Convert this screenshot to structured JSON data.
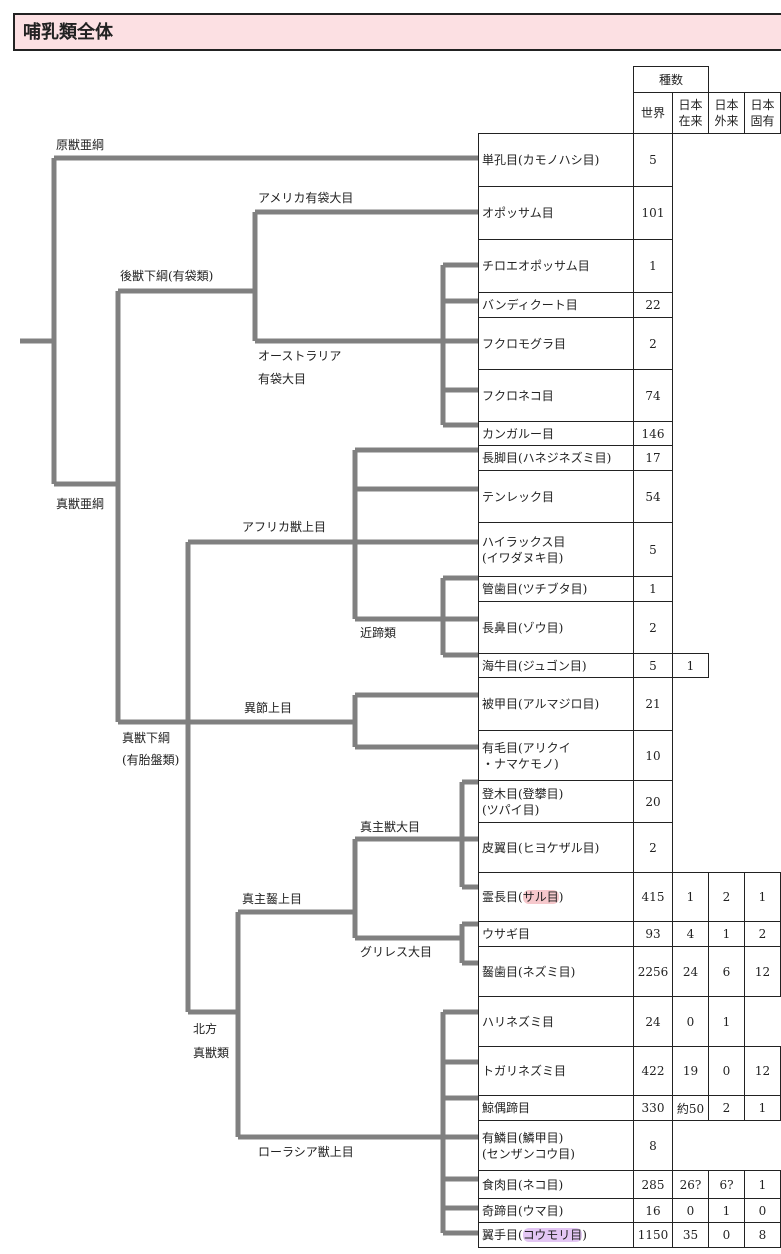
{
  "title": "哺乳類全体",
  "header": {
    "group": "種数",
    "columns": [
      "世界",
      "日本\n在来",
      "日本\n外来",
      "日本\n固有"
    ]
  },
  "clades": [
    "原獣亜綱",
    "真獣亜綱",
    "後獣下綱(有袋類)",
    "アメリカ有袋大目",
    "オーストラリア",
    "有袋大目",
    "アフリカ獣上目",
    "近蹄類",
    "異節上目",
    "真獣下綱",
    "(有胎盤類)",
    "真主獣大目",
    "真主齧上目",
    "グリレス大目",
    "北方",
    "真獣類",
    "ローラシア獣上目"
  ],
  "orders": [
    {
      "name": "単孔目(カモノハシ目)",
      "world": "5",
      "native": "",
      "alien": "",
      "endemic": ""
    },
    {
      "name": "オポッサム目",
      "world": "101",
      "native": "",
      "alien": "",
      "endemic": ""
    },
    {
      "name": "チロエオポッサム目",
      "world": "1",
      "native": "",
      "alien": "",
      "endemic": ""
    },
    {
      "name": "バンディクート目",
      "world": "22",
      "native": "",
      "alien": "",
      "endemic": ""
    },
    {
      "name": "フクロモグラ目",
      "world": "2",
      "native": "",
      "alien": "",
      "endemic": ""
    },
    {
      "name": "フクロネコ目",
      "world": "74",
      "native": "",
      "alien": "",
      "endemic": ""
    },
    {
      "name": "カンガルー目",
      "world": "146",
      "native": "",
      "alien": "",
      "endemic": ""
    },
    {
      "name": "長脚目(ハネジネズミ目)",
      "world": "17",
      "native": "",
      "alien": "",
      "endemic": ""
    },
    {
      "name": "テンレック目",
      "world": "54",
      "native": "",
      "alien": "",
      "endemic": ""
    },
    {
      "name": "ハイラックス目\n(イワダヌキ目)",
      "world": "5",
      "native": "",
      "alien": "",
      "endemic": ""
    },
    {
      "name": "管歯目(ツチブタ目)",
      "world": "1",
      "native": "",
      "alien": "",
      "endemic": ""
    },
    {
      "name": "長鼻目(ゾウ目)",
      "world": "2",
      "native": "",
      "alien": "",
      "endemic": ""
    },
    {
      "name": "海牛目(ジュゴン目)",
      "world": "5",
      "native": "1",
      "alien": "",
      "endemic": ""
    },
    {
      "name": "被甲目(アルマジロ目)",
      "world": "21",
      "native": "",
      "alien": "",
      "endemic": ""
    },
    {
      "name": "有毛目(アリクイ\n・ナマケモノ)",
      "world": "10",
      "native": "",
      "alien": "",
      "endemic": ""
    },
    {
      "name": "登木目(登攀目)\n(ツパイ目)",
      "world": "20",
      "native": "",
      "alien": "",
      "endemic": ""
    },
    {
      "name": "皮翼目(ヒヨケザル目)",
      "world": "2",
      "native": "",
      "alien": "",
      "endemic": ""
    },
    {
      "name": "霊長目(サル目)",
      "world": "415",
      "native": "1",
      "alien": "2",
      "endemic": "1"
    },
    {
      "name": "ウサギ目",
      "world": "93",
      "native": "4",
      "alien": "1",
      "endemic": "2"
    },
    {
      "name": "齧歯目(ネズミ目)",
      "world": "2256",
      "native": "24",
      "alien": "6",
      "endemic": "12"
    },
    {
      "name": "ハリネズミ目",
      "world": "24",
      "native": "0",
      "alien": "1",
      "endemic": ""
    },
    {
      "name": "トガリネズミ目",
      "world": "422",
      "native": "19",
      "alien": "0",
      "endemic": "12"
    },
    {
      "name": "鯨偶蹄目",
      "world": "330",
      "native": "約50",
      "alien": "2",
      "endemic": "1"
    },
    {
      "name": "有鱗目(鱗甲目)\n(センザンコウ目)",
      "world": "8",
      "native": "",
      "alien": "",
      "endemic": ""
    },
    {
      "name": "食肉目(ネコ目)",
      "world": "285",
      "native": "26?",
      "alien": "6?",
      "endemic": "1"
    },
    {
      "name": "奇蹄目(ウマ目)",
      "world": "16",
      "native": "0",
      "alien": "1",
      "endemic": "0"
    },
    {
      "name": "翼手目(コウモリ目)",
      "world": "1150",
      "native": "35",
      "alien": "0",
      "endemic": "8"
    }
  ],
  "colors": {
    "title_bg": "#fce0e3",
    "line": "#808080",
    "highlight_primate": "#f6c8cc",
    "highlight_bat": "#e3c6f4"
  }
}
